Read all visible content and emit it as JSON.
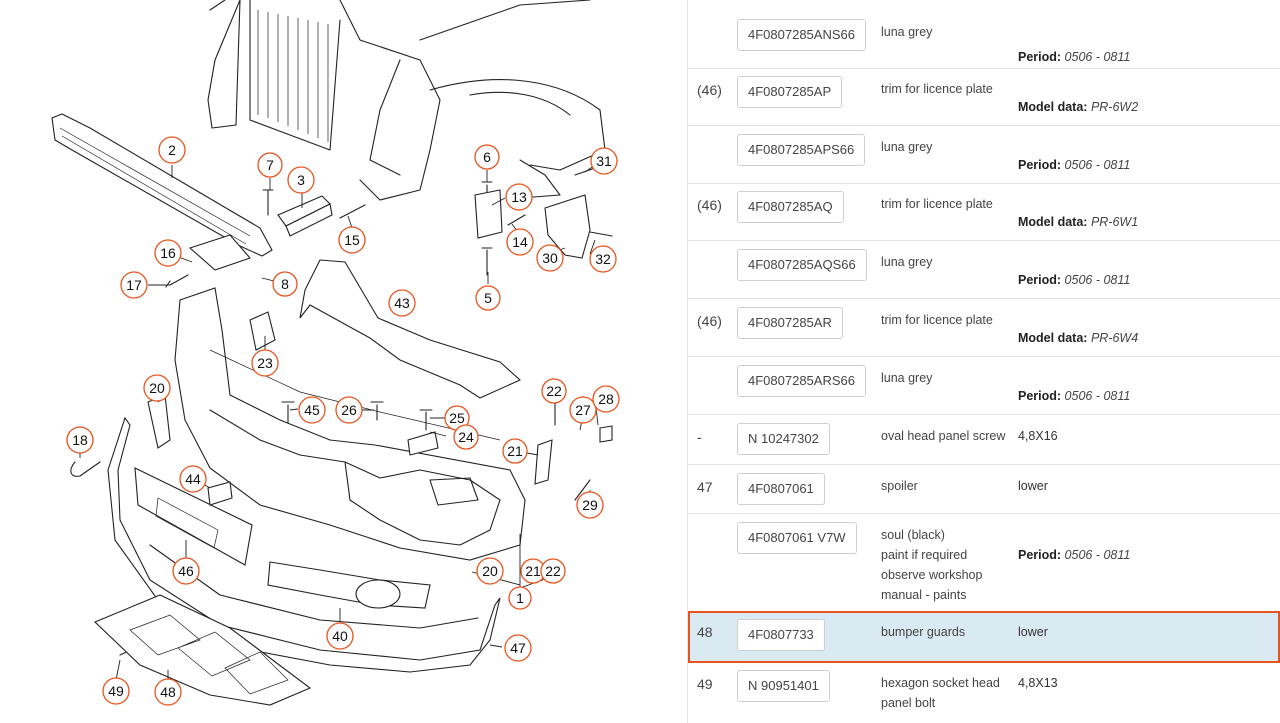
{
  "diagram": {
    "callouts": [
      "1",
      "2",
      "3",
      "5",
      "6",
      "7",
      "8",
      "13",
      "14",
      "15",
      "16",
      "17",
      "18",
      "20",
      "20",
      "21",
      "21",
      "22",
      "22",
      "23",
      "25",
      "24",
      "26",
      "27",
      "28",
      "29",
      "30",
      "31",
      "32",
      "40",
      "43",
      "44",
      "45",
      "46",
      "47",
      "48",
      "49"
    ]
  },
  "parts": {
    "rows": [
      {
        "pos": "",
        "part_no": "4F0807285ANS66",
        "desc": [
          "luna grey"
        ],
        "extra_label": "Period:",
        "extra_value": "0506 - 0811"
      },
      {
        "pos": "(46)",
        "part_no": "4F0807285AP",
        "desc": [
          "trim for licence plate"
        ],
        "extra_label": "Model data:",
        "extra_value": "PR-6W2"
      },
      {
        "pos": "",
        "part_no": "4F0807285APS66",
        "desc": [
          "luna grey"
        ],
        "extra_label": "Period:",
        "extra_value": "0506 - 0811"
      },
      {
        "pos": "(46)",
        "part_no": "4F0807285AQ",
        "desc": [
          "trim for licence plate"
        ],
        "extra_label": "Model data:",
        "extra_value": "PR-6W1"
      },
      {
        "pos": "",
        "part_no": "4F0807285AQS66",
        "desc": [
          "luna grey"
        ],
        "extra_label": "Period:",
        "extra_value": "0506 - 0811"
      },
      {
        "pos": "(46)",
        "part_no": "4F0807285AR",
        "desc": [
          "trim for licence plate"
        ],
        "extra_label": "Model data:",
        "extra_value": "PR-6W4"
      },
      {
        "pos": "",
        "part_no": "4F0807285ARS66",
        "desc": [
          "luna grey"
        ],
        "extra_label": "Period:",
        "extra_value": "0506 - 0811"
      },
      {
        "pos": "-",
        "part_no": "N 10247302",
        "desc": [
          "oval head panel screw"
        ],
        "extra_label": "",
        "extra_value": "4,8X16"
      },
      {
        "pos": "47",
        "part_no": "4F0807061",
        "desc": [
          "spoiler"
        ],
        "extra_label": "",
        "extra_value": "lower"
      },
      {
        "pos": "",
        "part_no": "4F0807061 V7W",
        "desc": [
          "soul (black)",
          "paint if required",
          "observe workshop",
          "manual - paints"
        ],
        "extra_label": "Period:",
        "extra_value": "0506 - 0811"
      },
      {
        "pos": "48",
        "part_no": "4F0807733",
        "desc": [
          "bumper guards"
        ],
        "extra_label": "",
        "extra_value": "lower",
        "selected": true
      },
      {
        "pos": "49",
        "part_no": "N 90951401",
        "desc": [
          "hexagon socket head",
          "panel bolt"
        ],
        "extra_label": "",
        "extra_value": "4,8X13"
      }
    ]
  }
}
